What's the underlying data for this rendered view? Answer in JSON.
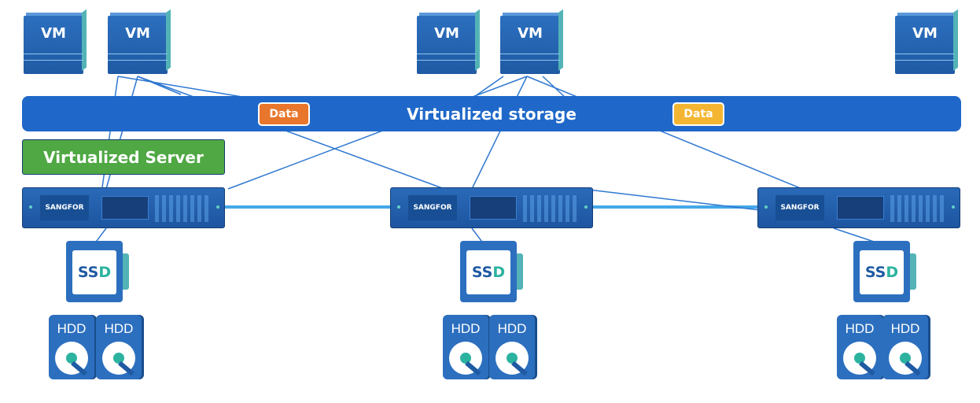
{
  "vms": [
    {
      "label": "VM"
    },
    {
      "label": "VM"
    },
    {
      "label": "VM"
    },
    {
      "label": "VM"
    },
    {
      "label": "VM"
    }
  ],
  "layers": {
    "storage": "Virtualized storage",
    "server": "Virtualized Server"
  },
  "chips": [
    {
      "label": "Data",
      "color": "#e8762c"
    },
    {
      "label": "Data",
      "color": "#f4b632"
    }
  ],
  "servers": [
    {
      "brand": "SANGFOR"
    },
    {
      "brand": "SANGFOR"
    },
    {
      "brand": "SANGFOR"
    }
  ],
  "ssd": {
    "prefix": "SS",
    "suffix": "D"
  },
  "hdd": {
    "label": "HDD"
  },
  "colors": {
    "storage_bar": "#1f68c9",
    "server_bar": "#4fa843",
    "line": "#2f78d0",
    "cluster_link": "#45a8e8"
  }
}
